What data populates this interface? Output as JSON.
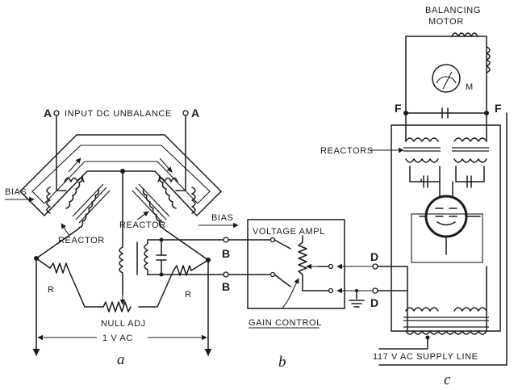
{
  "panel_a": {
    "input_label": "INPUT DC UNBALANCE",
    "terminal_a_left": "A",
    "terminal_a_right": "A",
    "bias_left": "BIAS",
    "bias_right": "BIAS",
    "reactor_left": "REACTOR",
    "reactor_right": "REACTOR",
    "resistor_left": "R",
    "resistor_right": "R",
    "null_adj": "NULL ADJ",
    "supply": "1 V AC",
    "terminal_b_top": "B",
    "terminal_b_bottom": "B",
    "caption": "a"
  },
  "panel_b": {
    "voltage_ampl": "VOLTAGE AMPL",
    "gain_control": "GAIN CONTROL",
    "caption": "b"
  },
  "panel_c": {
    "balancing_motor_line1": "BALANCING",
    "balancing_motor_line2": "MOTOR",
    "motor_symbol": "M",
    "f_left": "F",
    "f_right": "F",
    "reactors": "REACTORS",
    "d_top": "D",
    "d_bottom": "D",
    "supply_line": "117 V AC SUPPLY LINE",
    "caption": "c"
  }
}
